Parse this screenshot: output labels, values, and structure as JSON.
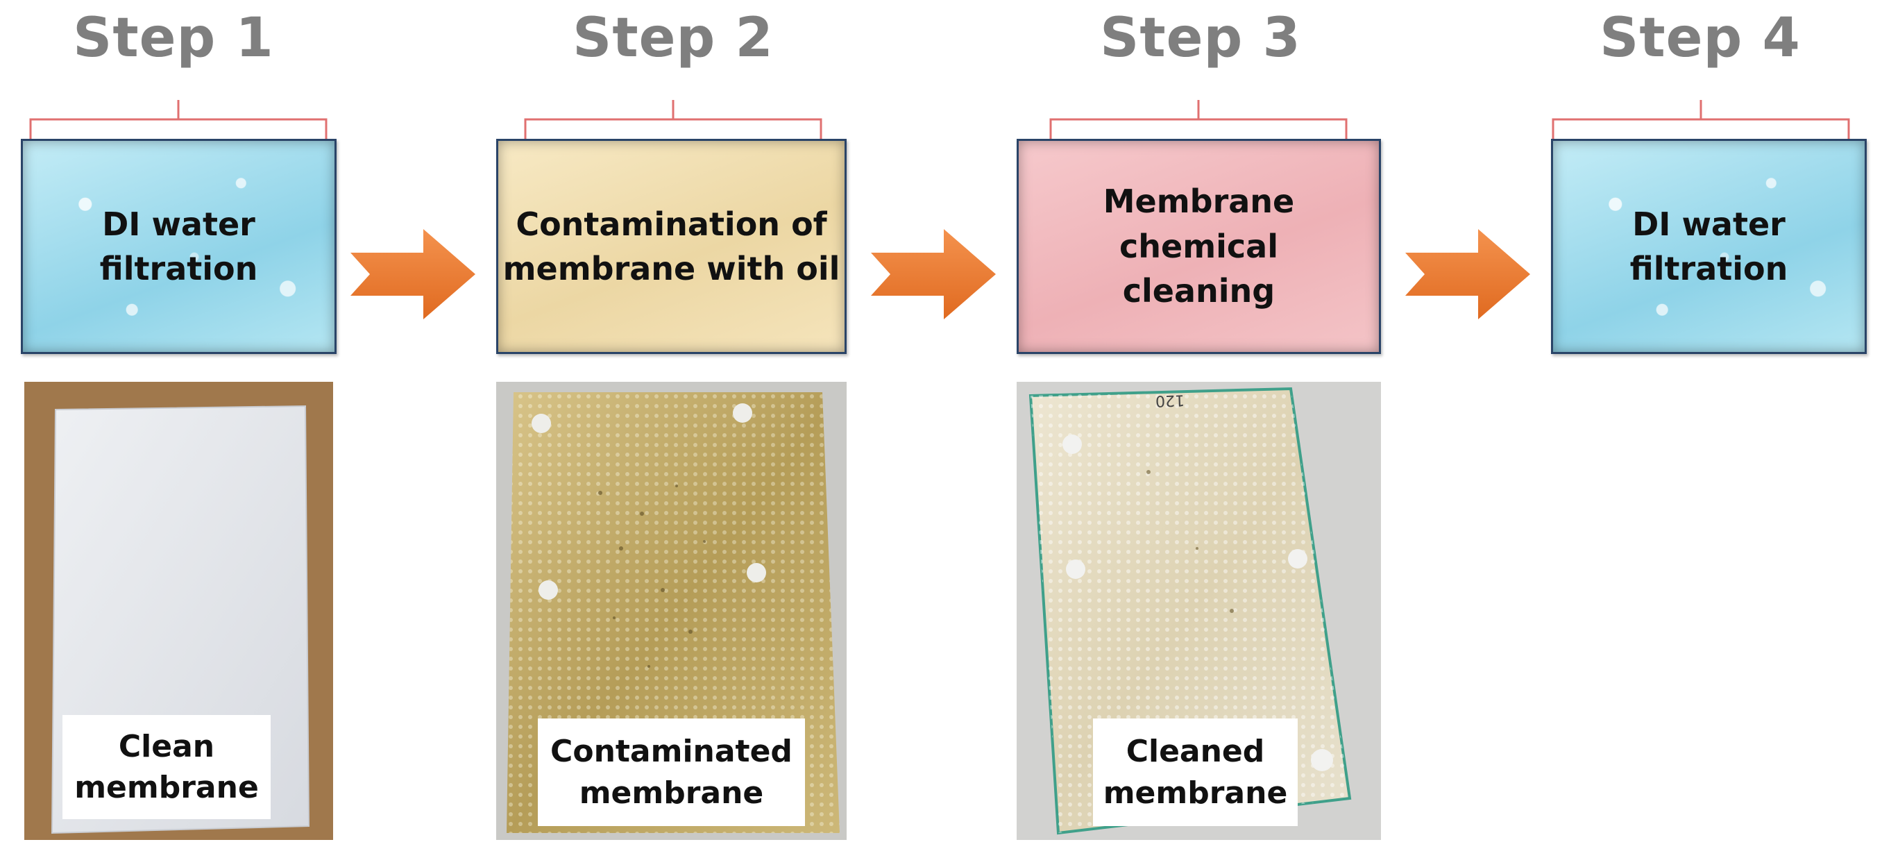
{
  "steps": [
    {
      "title": "Step 1",
      "line1": "DI water",
      "line2": "filtration"
    },
    {
      "title": "Step 2",
      "line1": "Contamination of",
      "line2": "membrane with oil"
    },
    {
      "title": "Step 3",
      "line1": "Membrane chemical",
      "line2": "cleaning"
    },
    {
      "title": "Step 4",
      "line1": "DI water",
      "line2": "filtration"
    }
  ],
  "photos": [
    {
      "line1": "Clean",
      "line2": "membrane"
    },
    {
      "line1": "Contaminated",
      "line2": "membrane"
    },
    {
      "line1": "Cleaned",
      "line2": "membrane"
    }
  ],
  "photo_sticker_text": "120",
  "colors": {
    "title_gray": "#7f7f7f",
    "brace_red": "#e07070",
    "arrow_orange": "#ed7d31",
    "box_border": "#2a4468"
  }
}
